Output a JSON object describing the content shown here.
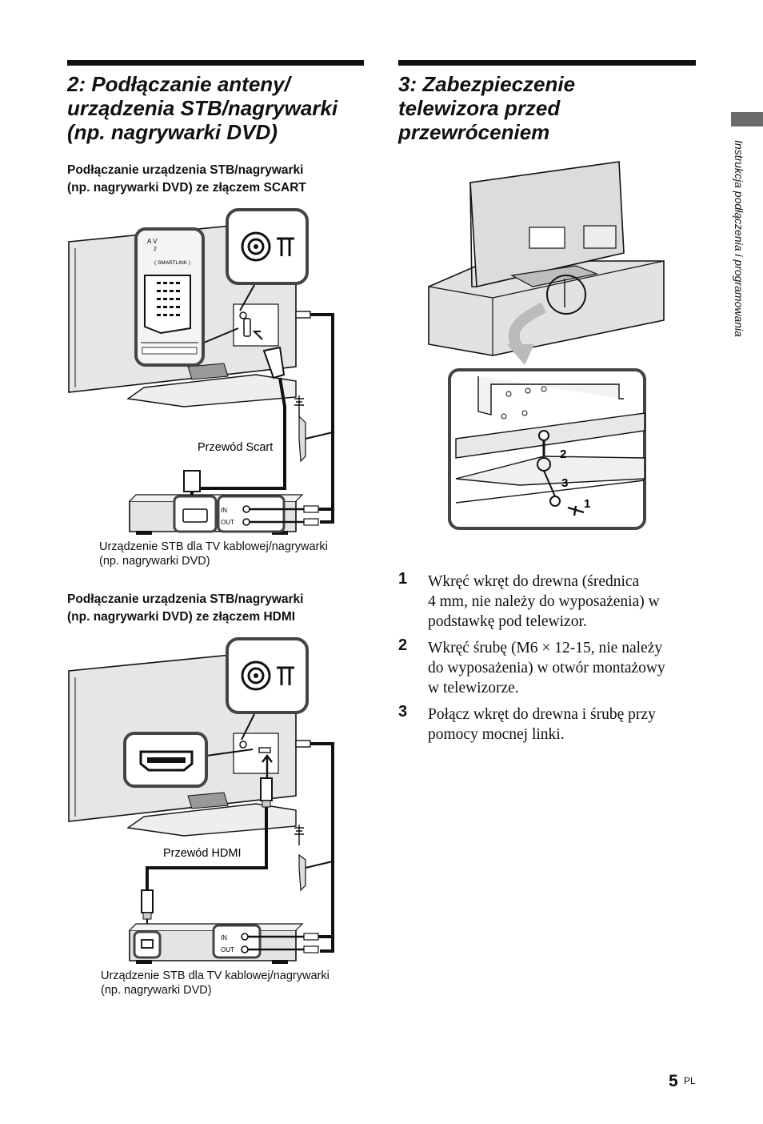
{
  "left": {
    "title_lines": [
      "2: Podłączanie anteny/",
      "urządzenia STB/nagrywarki",
      "(np. nagrywarki DVD)"
    ],
    "scart": {
      "heading_lines": [
        "Podłączanie urządzenia STB/nagrywarki",
        "(np. nagrywarki DVD) ze złączem SCART"
      ],
      "panel_av": "A V",
      "panel_num": "2",
      "panel_smartlink": "( SMARTLINK )",
      "cable_label": "Przewód Scart",
      "in_label": "IN",
      "out_label": "OUT",
      "device_caption_lines": [
        "Urządzenie STB dla TV kablowej/nagrywarki",
        "(np. nagrywarki DVD)"
      ]
    },
    "hdmi": {
      "heading_lines": [
        "Podłączanie urządzenia STB/nagrywarki",
        "(np. nagrywarki DVD) ze złączem HDMI"
      ],
      "cable_label": "Przewód HDMI",
      "in_label": "IN",
      "out_label": "OUT",
      "device_caption_lines": [
        "Urządzenie STB dla TV kablowej/nagrywarki",
        "(np. nagrywarki DVD)"
      ]
    }
  },
  "right": {
    "title_lines": [
      "3: Zabezpieczenie",
      "telewizora przed",
      "przewróceniem"
    ],
    "callouts": [
      "1",
      "2",
      "3"
    ],
    "steps": [
      {
        "num": "1",
        "lines": [
          "Wkręć wkręt do drewna (średnica",
          "4 mm, nie należy do wyposażenia) w",
          "podstawkę pod telewizor."
        ]
      },
      {
        "num": "2",
        "lines": [
          "Wkręć śrubę (M6 × 12-15, nie należy",
          "do wyposażenia) w otwór montażowy",
          "w telewizorze."
        ]
      },
      {
        "num": "3",
        "lines": [
          "Połącz wkręt do drewna i śrubę przy",
          "pomocy mocnej linki."
        ]
      }
    ]
  },
  "sidebar": {
    "text": "Instrukcja podłączenia i programowania"
  },
  "footer": {
    "page": "5",
    "lang": "PL"
  }
}
